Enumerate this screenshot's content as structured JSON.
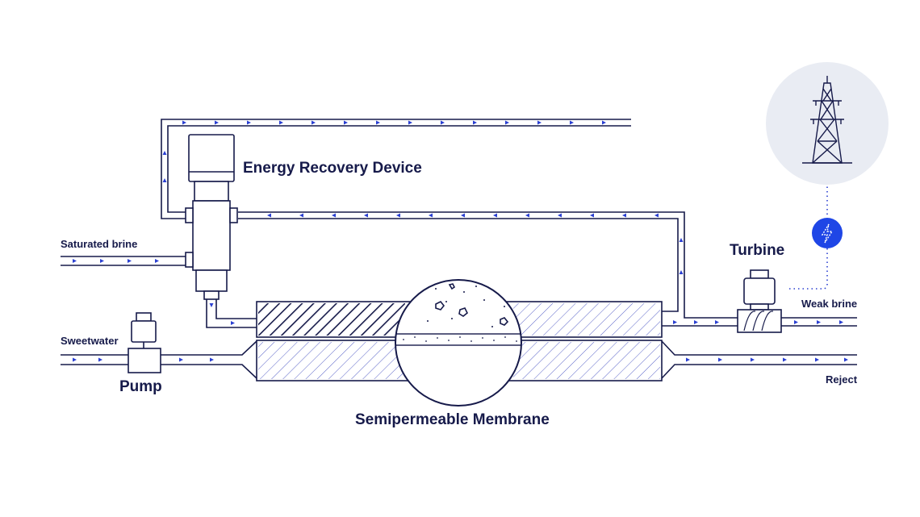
{
  "labels": {
    "energy_recovery_device": "Energy Recovery Device",
    "saturated_brine": "Saturated brine",
    "sweetwater": "Sweetwater",
    "pump": "Pump",
    "semipermeable_membrane": "Semipermeable Membrane",
    "turbine": "Turbine",
    "weak_brine": "Weak brine",
    "reject": "Reject"
  },
  "icons": {
    "pylon": "power-pylon-icon",
    "bolt": "lightning-bolt-icon"
  },
  "colors": {
    "outline": "#161a4a",
    "flow_accent": "#2a3fd1",
    "pylon_circle": "#e9ecf3",
    "bolt_circle": "#1f46e6",
    "hatch_light": "#5a64c8"
  }
}
